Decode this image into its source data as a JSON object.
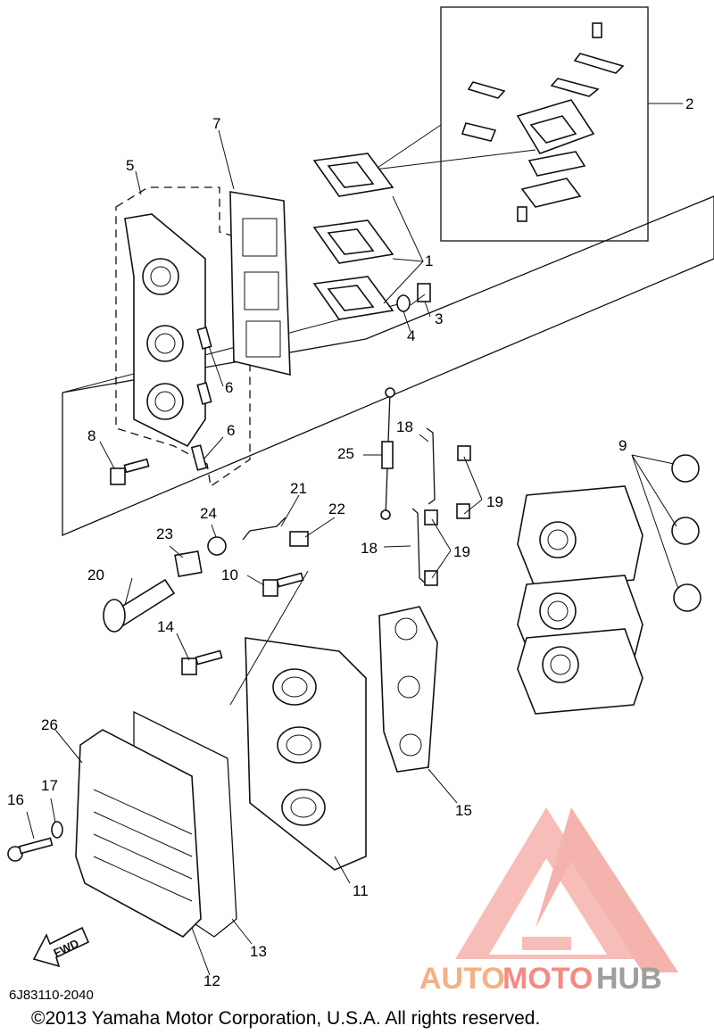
{
  "diagram": {
    "callouts": [
      {
        "id": "c1",
        "text": "1"
      },
      {
        "id": "c2",
        "text": "2"
      },
      {
        "id": "c3",
        "text": "3"
      },
      {
        "id": "c4",
        "text": "4"
      },
      {
        "id": "c5",
        "text": "5"
      },
      {
        "id": "c6a",
        "text": "6"
      },
      {
        "id": "c6b",
        "text": "6"
      },
      {
        "id": "c7",
        "text": "7"
      },
      {
        "id": "c8",
        "text": "8"
      },
      {
        "id": "c9",
        "text": "9"
      },
      {
        "id": "c10",
        "text": "10"
      },
      {
        "id": "c11",
        "text": "11"
      },
      {
        "id": "c12",
        "text": "12"
      },
      {
        "id": "c13",
        "text": "13"
      },
      {
        "id": "c14",
        "text": "14"
      },
      {
        "id": "c15",
        "text": "15"
      },
      {
        "id": "c16",
        "text": "16"
      },
      {
        "id": "c17",
        "text": "17"
      },
      {
        "id": "c18a",
        "text": "18"
      },
      {
        "id": "c18b",
        "text": "18"
      },
      {
        "id": "c19a",
        "text": "19"
      },
      {
        "id": "c19b",
        "text": "19"
      },
      {
        "id": "c20",
        "text": "20"
      },
      {
        "id": "c21",
        "text": "21"
      },
      {
        "id": "c22",
        "text": "22"
      },
      {
        "id": "c23",
        "text": "23"
      },
      {
        "id": "c24",
        "text": "24"
      },
      {
        "id": "c25",
        "text": "25"
      },
      {
        "id": "c26",
        "text": "26"
      }
    ],
    "fwd_label": "FWD",
    "diagram_code": "6J83110-2040",
    "copyright": "©2013 Yamaha Motor Corporation, U.S.A. All rights reserved."
  },
  "watermark": {
    "part1": "AUTO",
    "part2": "MOTO",
    "part3": "HUB",
    "colors": {
      "auto": "#f4b183",
      "moto": "#f28b82",
      "hub": "#9e9e9e",
      "mark": "#f4a6a0"
    }
  }
}
